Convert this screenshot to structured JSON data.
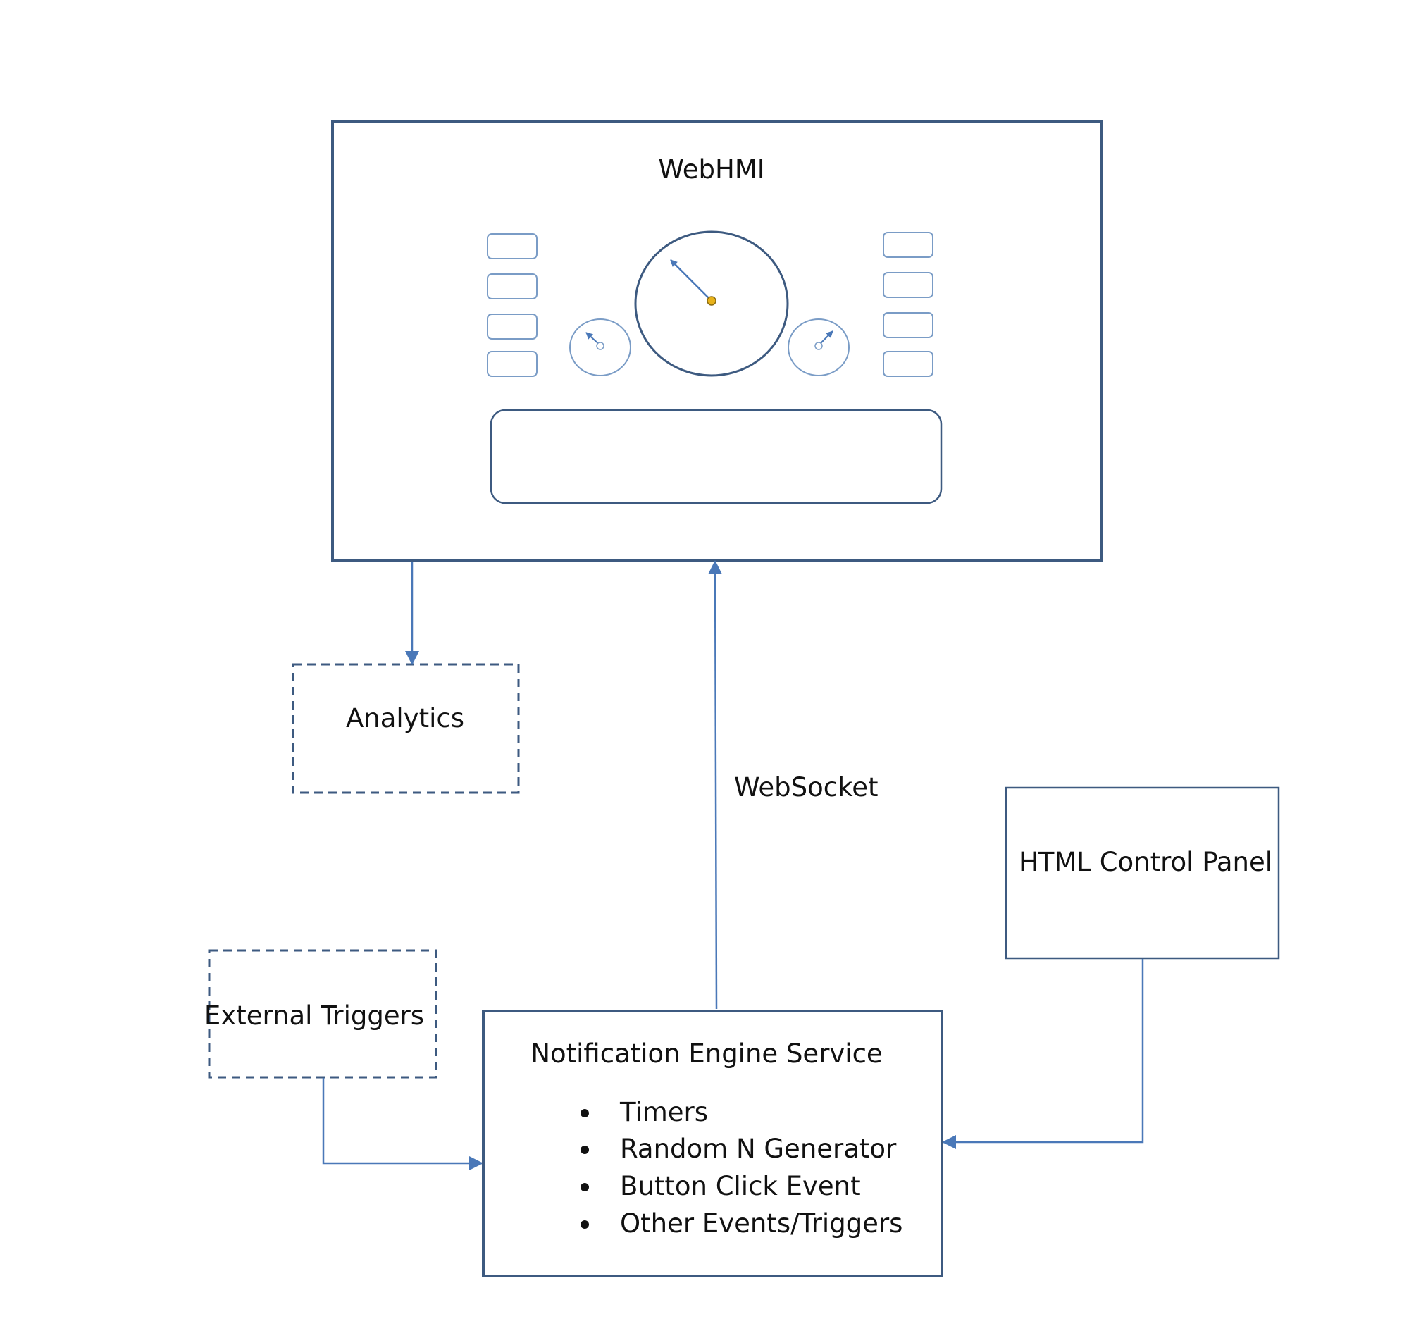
{
  "webhmi": {
    "title": "WebHMI"
  },
  "analytics": {
    "label": "Analytics"
  },
  "connector": {
    "websocket_label": "WebSocket"
  },
  "html_control_panel": {
    "label": "HTML Control Panel"
  },
  "external_triggers": {
    "label": "External Triggers"
  },
  "notification_engine": {
    "title": "Notification Engine Service",
    "items": [
      "Timers",
      "Random N Generator",
      "Button Click Event",
      "Other Events/Triggers"
    ]
  },
  "colors": {
    "box_border": "#3d5a80",
    "arrow": "#4a78b8",
    "hmi_widget": "#7a9cc6",
    "gauge_pivot": "#e8b21a"
  }
}
